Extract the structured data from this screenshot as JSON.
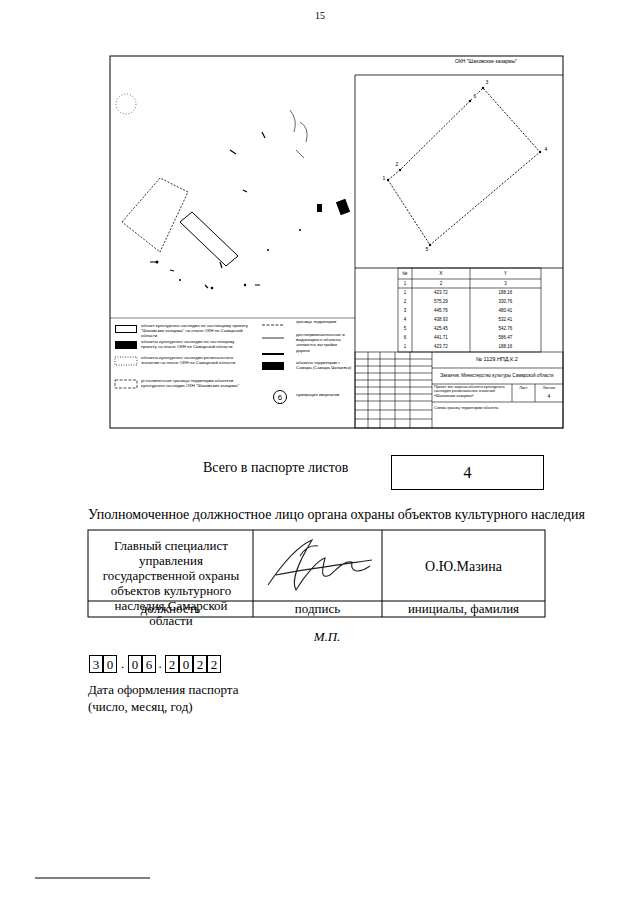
{
  "diagram": {
    "nodes": [
      {
        "text": [
          "4"
        ]
      },
      {
        "text": [
          "3"
        ]
      },
      {
        "text": [
          "0"
        ]
      },
      {
        "text": [
          "0"
        ]
      },
      {
        "text": [
          "6"
        ]
      },
      {
        "text": [
          "2"
        ]
      },
      {
        "text": [
          "0"
        ]
      },
      {
        "text": [
          "2"
        ]
      },
      {
        "text": [
          "2"
        ]
      }
    ],
    "labels": [
      "15",
      "ОКН \"Шаховские казармы\"",
      "№",
      "X",
      "Y",
      "1",
      "2",
      "3",
      "1",
      "423.72",
      "188.16",
      "2",
      "575.29",
      "330.76",
      "3",
      "445.76",
      "480.41",
      "4",
      "438.93",
      "532.41",
      "5",
      "425.45",
      "542.76",
      "6",
      "441.71",
      "586.47",
      "1",
      "423.72",
      "188.16",
      "№ 1129.НПД.К.2",
      "Заказчик: Министерство культуры Самарской области",
      "Проект зон охраны объекта культурного наследия регионального значения «Шаховские казармы»",
      "Лист",
      "Листов",
      "4",
      "Схема границ территории объекта",
      "6",
      "1",
      "2",
      "3",
      "4",
      "5",
      "6",
      "Всего в паспорте листов",
      "Уполномоченное должностное лицо органа охраны объектов культурного наследия",
      "Главный специалист управления государственной охраны объектов культурного наследия Самарской области",
      "О.Ю.Мазина",
      "должность",
      "подпись",
      "инициалы, фамилия",
      "М.П.",
      ".",
      ".",
      "Дата оформления паспорта (число, месяц, год)"
    ],
    "legend": [
      {
        "text": "объект культурного наследия по настоящему проекту \"Шаховские казармы\" на плане ОКН по Самарской области",
        "color": "#ffffff"
      },
      {
        "text": "объекты культурного наследия по настоящему проекту на плане ОКН по Самарской области",
        "color": "#000000"
      },
      {
        "text": "объекты культурного наследия регионального значения на плане ОКН по Самарской области"
      },
      {
        "text": "установленные границы территории объектов культурного наследия ОКН \"Шаховские казармы\""
      },
      {
        "text": "граница территории"
      },
      {
        "text": "достопримечательные и выдающиеся объекты, элементы застройки"
      },
      {
        "text": "дороги"
      },
      {
        "text": "объекты территории г. Самара (Самара Чапаевск)",
        "color": "#000000"
      },
      {
        "text": "нумерация кварталов"
      }
    ]
  }
}
